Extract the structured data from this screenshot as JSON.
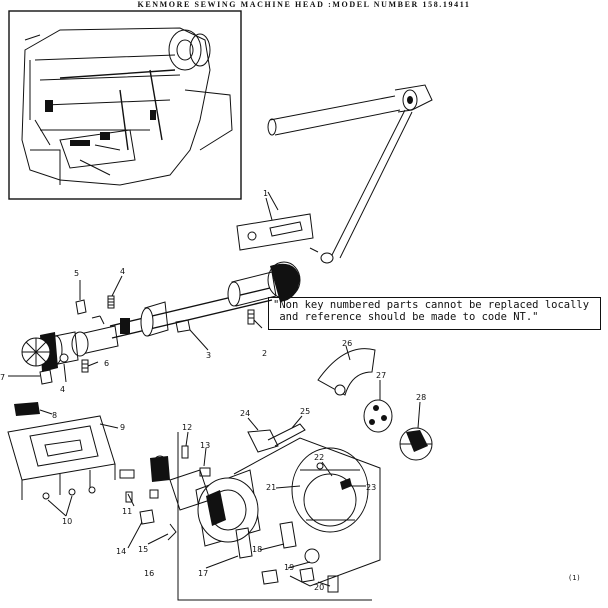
{
  "title": "KENMORE SEWING MACHINE HEAD :MODEL NUMBER 158.19411",
  "note": "\"Non key numbered parts cannot be replaced locally\n and reference should be made to code NT.\"",
  "corner_mark": "(1)",
  "callouts": {
    "c1": "1",
    "c2": "2",
    "c3": "3",
    "c4a": "4",
    "c4b": "4",
    "c5": "5",
    "c6": "6",
    "c7": "7",
    "c8": "8",
    "c9": "9",
    "c10": "10",
    "c11": "11",
    "c12": "12",
    "c13": "13",
    "c14": "14",
    "c15": "15",
    "c16": "16",
    "c17": "17",
    "c18": "18",
    "c19": "19",
    "c20": "20",
    "c21": "21",
    "c22": "22",
    "c23": "23",
    "c24": "24",
    "c25": "25",
    "c26": "26",
    "c27": "27",
    "c28": "28"
  }
}
